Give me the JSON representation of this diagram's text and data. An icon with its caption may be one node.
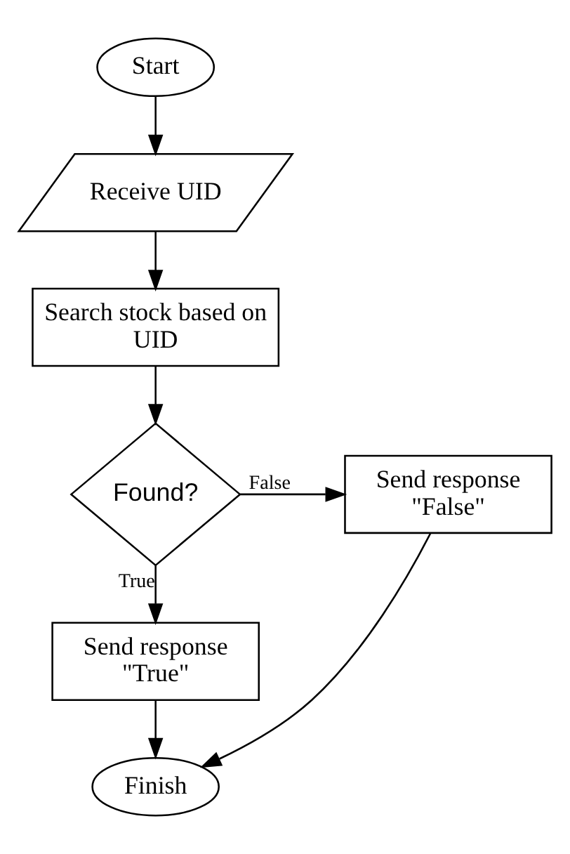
{
  "diagram": {
    "nodes": [
      {
        "text": [
          "Start"
        ]
      },
      {
        "text": [
          "Receive UID"
        ]
      },
      {
        "text": [
          "Search stock based on UID"
        ]
      },
      {
        "text": [
          "Found?"
        ]
      },
      {
        "text": [
          "Send response \"False\""
        ]
      },
      {
        "text": [
          "Send response \"True\""
        ]
      },
      {
        "text": [
          "Finish"
        ]
      }
    ],
    "edges": [
      {
        "from": 0,
        "to": 1,
        "arrow": "to"
      },
      {
        "from": 1,
        "to": 2,
        "arrow": "to"
      },
      {
        "from": 2,
        "to": 3,
        "arrow": "to"
      },
      {
        "from": 3,
        "to": 4,
        "arrow": "to",
        "label": "False"
      },
      {
        "from": 3,
        "to": 5,
        "arrow": "to",
        "label": "True"
      },
      {
        "from": 5,
        "to": 6,
        "arrow": "to"
      },
      {
        "from": 4,
        "to": 6,
        "arrow": "to"
      }
    ]
  }
}
